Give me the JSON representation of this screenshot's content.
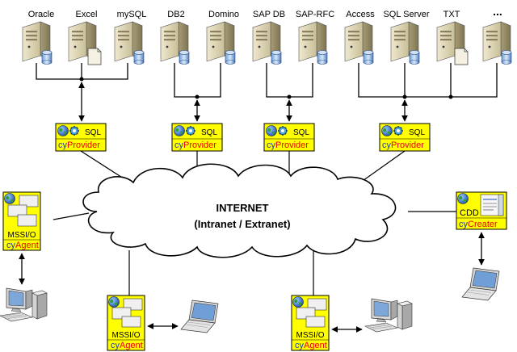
{
  "databases": [
    "Oracle",
    "Excel",
    "mySQL",
    "DB2",
    "Domino",
    "SAP DB",
    "SAP-RFC",
    "Access",
    "SQL Server",
    "TXT",
    "..."
  ],
  "providers": [
    {
      "sql": "SQL",
      "prefix": "cy",
      "name": "Provider"
    },
    {
      "sql": "SQL",
      "prefix": "cy",
      "name": "Provider"
    },
    {
      "sql": "SQL",
      "prefix": "cy",
      "name": "Provider"
    },
    {
      "sql": "SQL",
      "prefix": "cy",
      "name": "Provider"
    }
  ],
  "cloud": {
    "title": "INTERNET",
    "subtitle": "(Intranet / Extranet)"
  },
  "agents": [
    {
      "title": "MSSI/O",
      "prefix": "cy",
      "name": "Agent"
    },
    {
      "title": "MSSI/O",
      "prefix": "cy",
      "name": "Agent"
    },
    {
      "title": "MSSI/O",
      "prefix": "cy",
      "name": "Agent"
    }
  ],
  "creater": {
    "title": "CDD",
    "prefix": "cy",
    "name": "Creater"
  },
  "colors": {
    "box_fill": "#ffff00",
    "name_color": "#e8000b",
    "prefix_color": "#1f3ba8",
    "server_fill": "#d8cfae"
  }
}
